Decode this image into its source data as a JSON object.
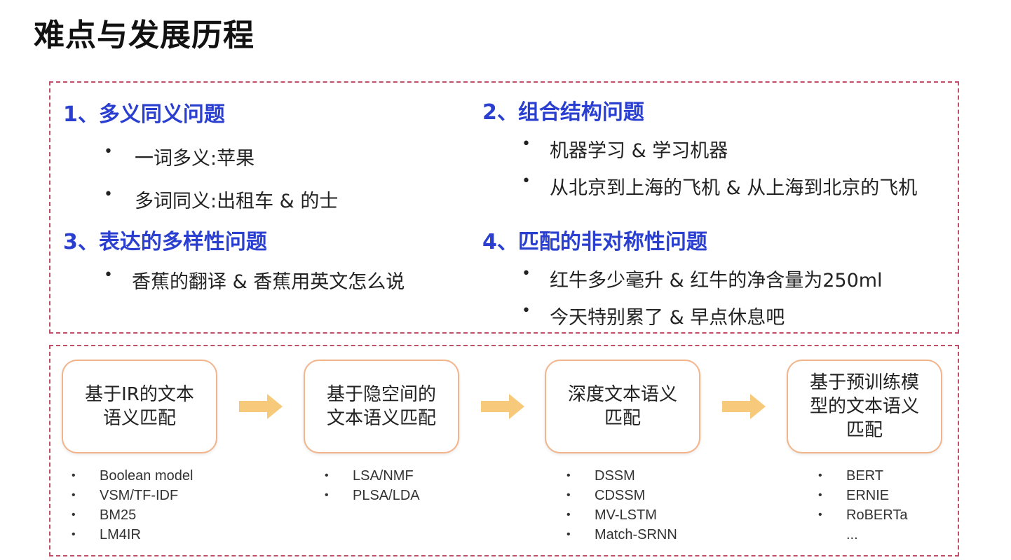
{
  "title": "难点与发展历程",
  "problems": [
    {
      "heading": "1、多义同义问题",
      "items": [
        "一词多义:苹果",
        "多词同义:出租车 & 的士"
      ]
    },
    {
      "heading": "2、组合结构问题",
      "items": [
        "机器学习 & 学习机器",
        "从北京到上海的飞机 & 从上海到北京的飞机"
      ]
    },
    {
      "heading": "3、表达的多样性问题",
      "items": [
        "香蕉的翻译 & 香蕉用英文怎么说"
      ]
    },
    {
      "heading": "4、匹配的非对称性问题",
      "items": [
        "红牛多少毫升 & 红牛的净含量为250ml",
        "今天特别累了 & 早点休息吧"
      ]
    }
  ],
  "stages": [
    {
      "label": "基于IR的文本语义匹配",
      "methods": [
        "Boolean model",
        "VSM/TF-IDF",
        "BM25",
        "LM4IR"
      ]
    },
    {
      "label": "基于隐空间的文本语义匹配",
      "methods": [
        "LSA/NMF",
        "PLSA/LDA"
      ]
    },
    {
      "label": "深度文本语义匹配",
      "methods": [
        "DSSM",
        "CDSSM",
        "MV-LSTM",
        "Match-SRNN"
      ]
    },
    {
      "label": "基于预训练模型的文本语义匹配",
      "methods": [
        "BERT",
        "ERNIE",
        "RoBERTa"
      ],
      "more": "..."
    }
  ],
  "colors": {
    "heading": "#2a3fd0",
    "border": "#c0506a",
    "stage_border": "#f2b48a",
    "arrow": "#f7c97a"
  }
}
